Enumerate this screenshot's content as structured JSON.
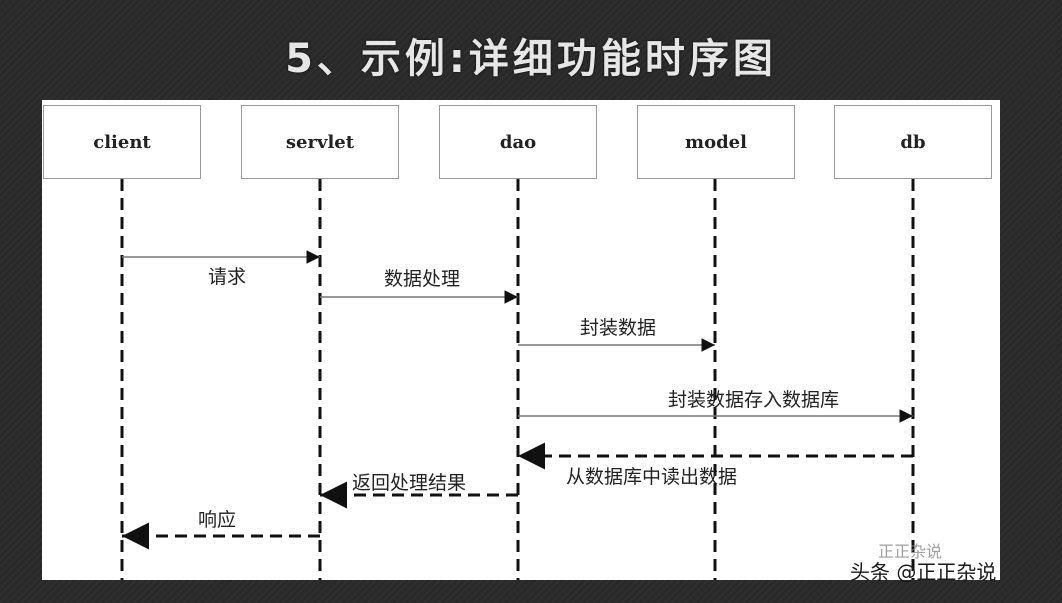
{
  "title": "5、示例:详细功能时序图",
  "diagram": {
    "participants": [
      {
        "id": "client",
        "label": "client"
      },
      {
        "id": "servlet",
        "label": "servlet"
      },
      {
        "id": "dao",
        "label": "dao"
      },
      {
        "id": "model",
        "label": "model"
      },
      {
        "id": "db",
        "label": "db"
      }
    ],
    "messages": [
      {
        "from": "client",
        "to": "servlet",
        "label": "请求",
        "style": "solid"
      },
      {
        "from": "servlet",
        "to": "dao",
        "label": "数据处理",
        "style": "solid"
      },
      {
        "from": "dao",
        "to": "model",
        "label": "封装数据",
        "style": "solid"
      },
      {
        "from": "dao",
        "to": "db",
        "label": "封装数据存入数据库",
        "style": "solid"
      },
      {
        "from": "db",
        "to": "dao",
        "label": "从数据库中读出数据",
        "style": "dashed"
      },
      {
        "from": "dao",
        "to": "servlet",
        "label": "返回处理结果",
        "style": "dashed"
      },
      {
        "from": "servlet",
        "to": "client",
        "label": "响应",
        "style": "dashed"
      }
    ]
  },
  "watermark": {
    "main": "头条 @正正杂说",
    "secondary": "正正杂说"
  }
}
